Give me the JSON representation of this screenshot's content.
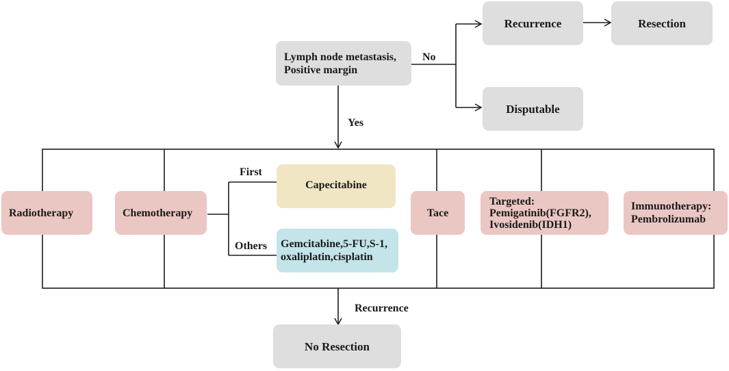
{
  "decision": {
    "lymph_node_text": "Lymph node metastasis,\nPositive margin",
    "no_label": "No",
    "yes_label": "Yes"
  },
  "no_branch": {
    "recurrence": "Recurrence",
    "resection": "Resection",
    "disputable": "Disputable"
  },
  "treatments": {
    "radiotherapy": "Radiotherapy",
    "chemotherapy": "Chemotherapy",
    "first_label": "First",
    "others_label": "Others",
    "capecitabine": "Capecitabine",
    "other_drugs": "Gemcitabine,5-FU,S-1,\noxaliplatin,cisplatin",
    "tace": "Tace",
    "targeted": "Targeted:\nPemigatinib(FGFR2),\nIvosidenib(IDH1)",
    "immunotherapy": "Immunotherapy:\nPembrolizumab"
  },
  "outcome": {
    "recurrence_label": "Recurrence",
    "no_resection": "No Resection"
  },
  "colors": {
    "gray": "#dedede",
    "pink": "#ebc7c3",
    "yellow": "#f0e6c3",
    "blue": "#c3e4e9",
    "line": "#1a1a1a"
  }
}
